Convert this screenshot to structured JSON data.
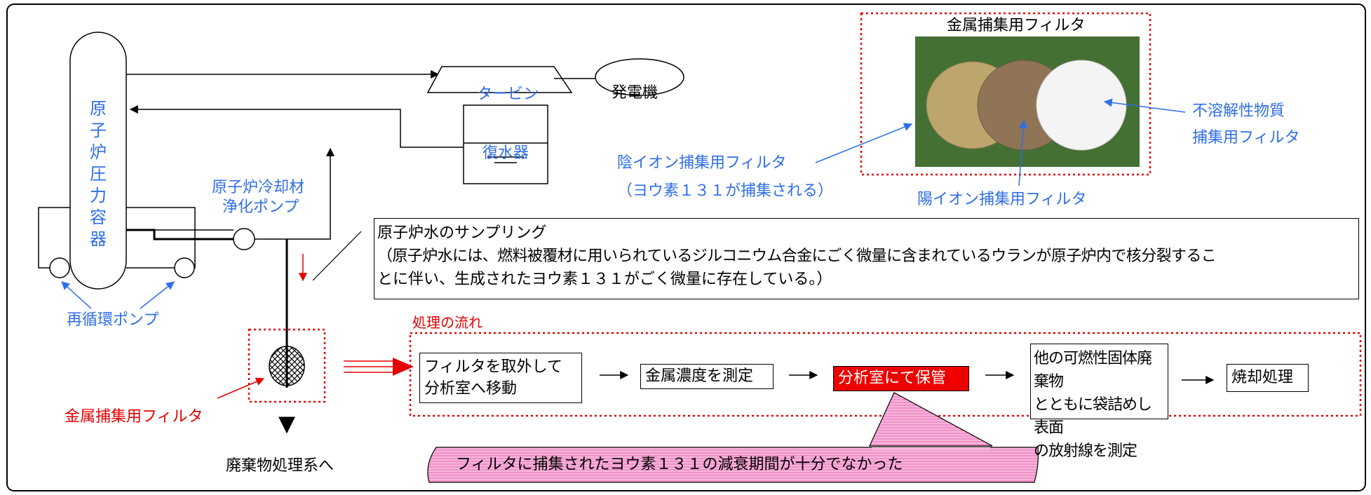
{
  "diagram": {
    "vessel_label": [
      "原",
      "子",
      "炉",
      "圧",
      "力",
      "容",
      "器"
    ],
    "turbine": "タービン",
    "generator": "発電機",
    "condenser": "復水器",
    "cleanup_pump": [
      "原子炉冷却材",
      "浄化ポンプ"
    ],
    "recirc_pump": "再循環ポンプ",
    "metal_filter_label": "金属捕集用フィルタ",
    "waste_system": "廃棄物処理系へ",
    "sampling": {
      "title": "原子炉水のサンプリング",
      "line1": "（原子炉水には、燃料被覆材に用いられているジルコニウム合金にごく微量に含まれているウランが原子炉内で核分裂するこ",
      "line2": "とに伴い、生成されたヨウ素１３１がごく微量に存在している。）"
    },
    "photo_panel": {
      "title": "金属捕集用フィルタ",
      "anion": "陰イオン捕集用フィルタ",
      "anion_note": "（ヨウ素１３１が捕集される）",
      "cation": "陽イオン捕集用フィルタ",
      "insoluble": [
        "不溶解性物質",
        "捕集用フィルタ"
      ]
    },
    "process": {
      "title": "処理の流れ",
      "steps": [
        [
          "フィルタを取外して",
          "分析室へ移動"
        ],
        [
          "金属濃度を測定"
        ],
        [
          "分析室にて保管"
        ],
        [
          "他の可燃性固体廃棄物",
          "とともに袋詰めし表面",
          "の放射線を測定"
        ],
        [
          "焼却処理"
        ]
      ]
    },
    "callout": "フィルタに捕集されたヨウ素１３１の減衰期間が十分でなかった"
  },
  "colors": {
    "blue_text": "#2f6ee8",
    "red": "#e60000",
    "highlight": "#ee0000",
    "callout_pink": "#f28cc8"
  },
  "icons": [
    "pump-icon",
    "filter-icon",
    "arrow-icon"
  ]
}
